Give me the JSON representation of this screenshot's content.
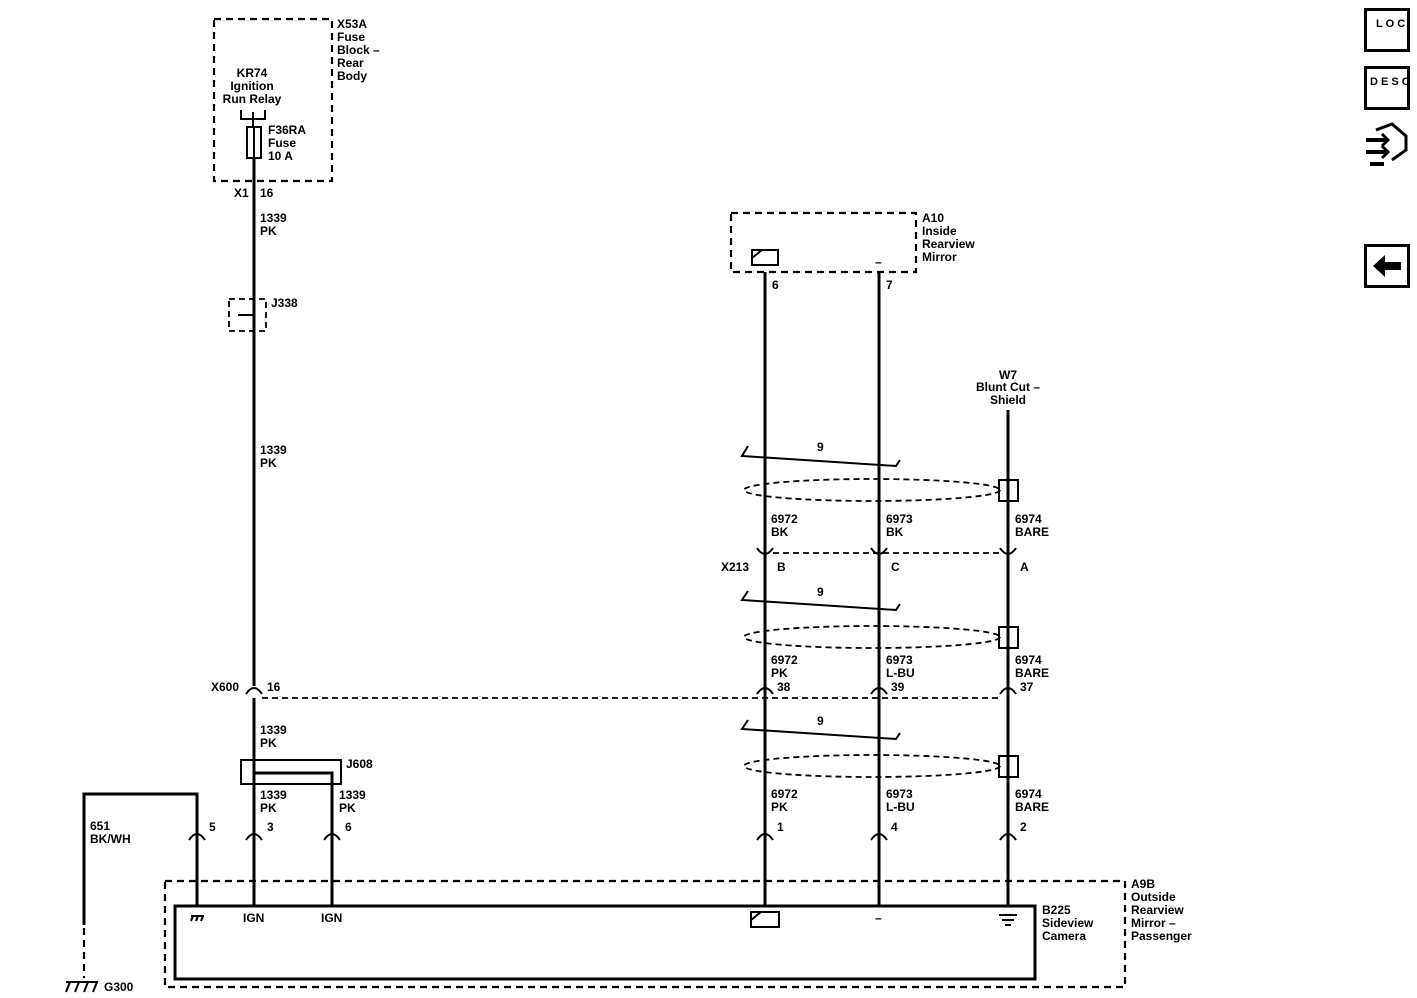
{
  "fuse_block": {
    "name": "X53A",
    "lines": [
      "Fuse",
      "Block –",
      "Rear",
      "Body"
    ]
  },
  "relay": {
    "name": "KR74",
    "lines": [
      "Ignition",
      "Run Relay"
    ]
  },
  "fuse": {
    "name": "F36RA",
    "lines": [
      "Fuse",
      "10 A"
    ]
  },
  "x1": {
    "conn": "X1",
    "pin": "16"
  },
  "wire_1339": {
    "num": "1339",
    "color": "PK"
  },
  "splice_j338": "J338",
  "mirror": {
    "name": "A10",
    "lines": [
      "Inside",
      "Rearview",
      "Mirror"
    ],
    "pin_left": "6",
    "pin_right": "7",
    "minus": "–"
  },
  "w7": {
    "name": "W7",
    "lines": [
      "Blunt Cut –",
      "Shield"
    ]
  },
  "twist": "9",
  "wire_6972": {
    "num": "6972",
    "color_bk": "BK",
    "color_pk": "PK"
  },
  "wire_6973": {
    "num": "6973",
    "color_bk": "BK",
    "color_lbu": "L-BU"
  },
  "wire_6974": {
    "num": "6974",
    "color": "BARE"
  },
  "x213": {
    "conn": "X213",
    "pin_b": "B",
    "pin_c": "C",
    "pin_a": "A"
  },
  "x600": {
    "conn": "X600",
    "pin_16": "16",
    "pin_38": "38",
    "pin_39": "39",
    "pin_37": "37"
  },
  "splice_j608": "J608",
  "wire_651": {
    "num": "651",
    "color": "BK/WH"
  },
  "camera_pins": {
    "p5": "5",
    "p3": "3",
    "p6": "6",
    "p1": "1",
    "p4": "4",
    "p2": "2"
  },
  "camera": {
    "name": "B225",
    "lines": [
      "Sideview",
      "Camera"
    ],
    "ign": "IGN",
    "minus": "–"
  },
  "module": {
    "name": "A9B",
    "lines": [
      "Outside",
      "Rearview",
      "Mirror –",
      "Passenger"
    ]
  },
  "ground": "G300",
  "nav": {
    "loc": "L O C",
    "desc": "D E S C",
    "back": "back-arrow-icon",
    "connector": "connector-icon"
  }
}
